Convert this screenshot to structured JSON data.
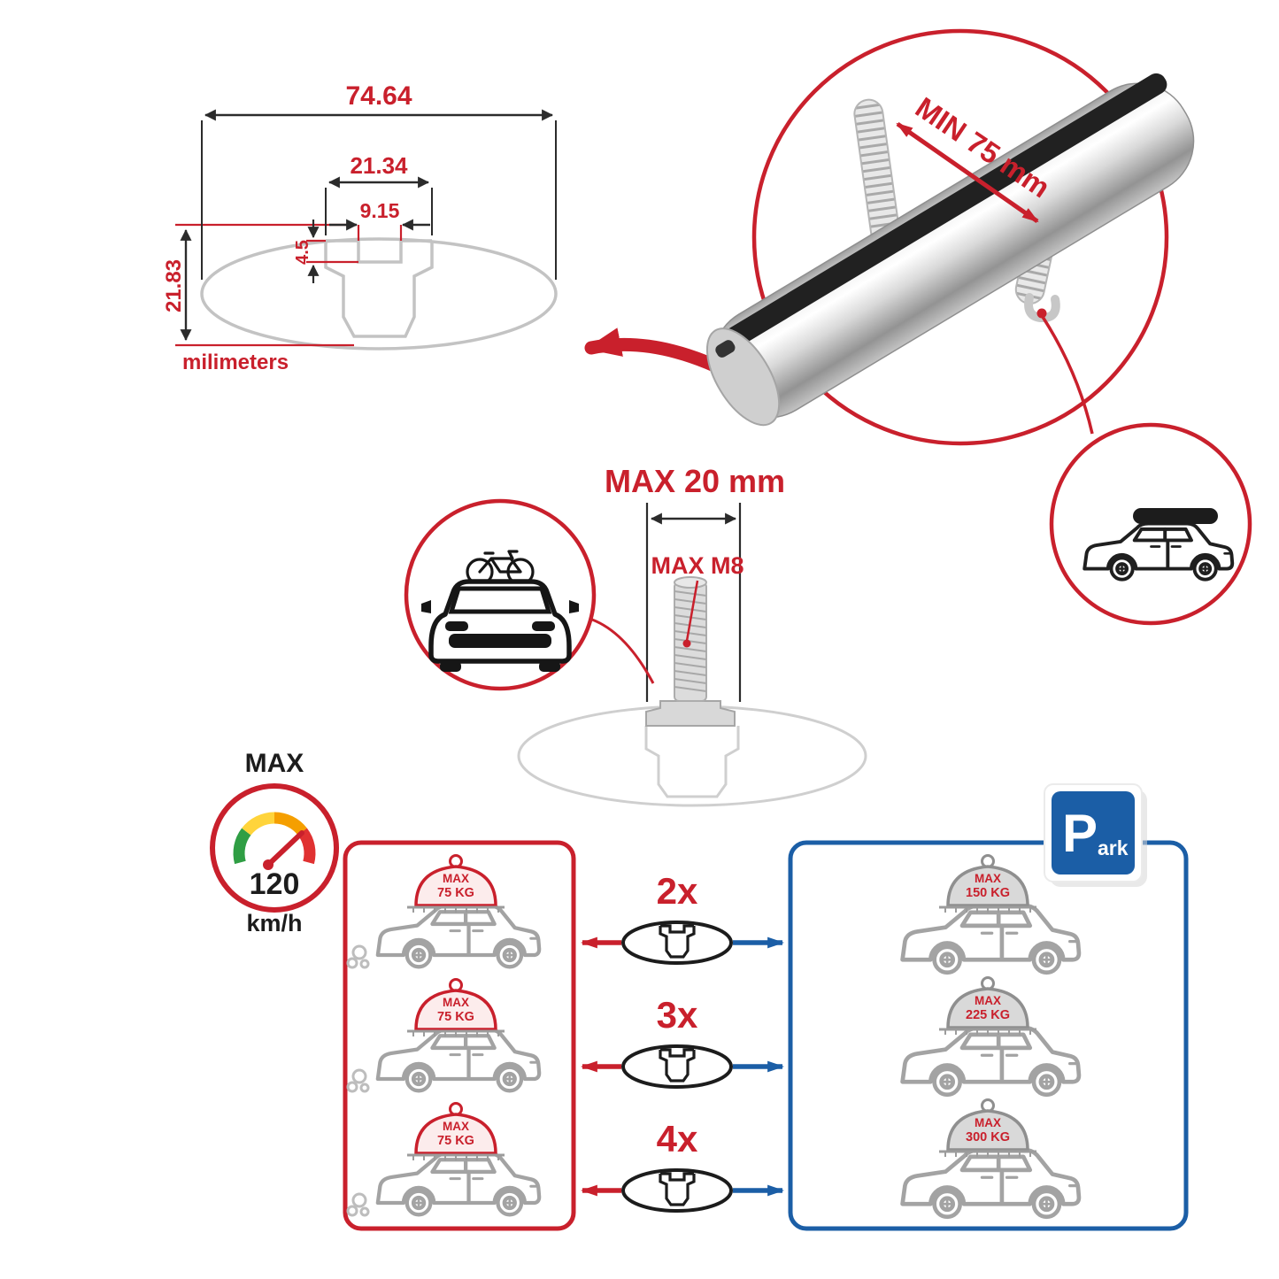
{
  "profile_dims": {
    "total_width": "74.64",
    "channel_width": "21.34",
    "slot_width": "9.15",
    "slot_depth": "4.5",
    "total_height": "21.83",
    "units": "milimeters"
  },
  "clamp_circle": {
    "min_span": "MIN 75 mm"
  },
  "bolt_section": {
    "max_length": "MAX 20 mm",
    "max_thread": "MAX M8"
  },
  "speed_badge": {
    "title": "MAX",
    "value": "120",
    "units": "km/h"
  },
  "parking_sign": {
    "p": "P",
    "ark": "ark"
  },
  "multipliers": [
    "2x",
    "3x",
    "4x"
  ],
  "driving_loads": [
    {
      "label": "MAX",
      "value": "75 KG"
    },
    {
      "label": "MAX",
      "value": "75 KG"
    },
    {
      "label": "MAX",
      "value": "75 KG"
    }
  ],
  "parked_loads": [
    {
      "label": "MAX",
      "value": "150 KG"
    },
    {
      "label": "MAX",
      "value": "225 KG"
    },
    {
      "label": "MAX",
      "value": "300 KG"
    }
  ],
  "colors": {
    "red": "#c9202c",
    "blue": "#1b5ea6",
    "gray": "#9c9c9c",
    "black": "#1c1c1c"
  }
}
